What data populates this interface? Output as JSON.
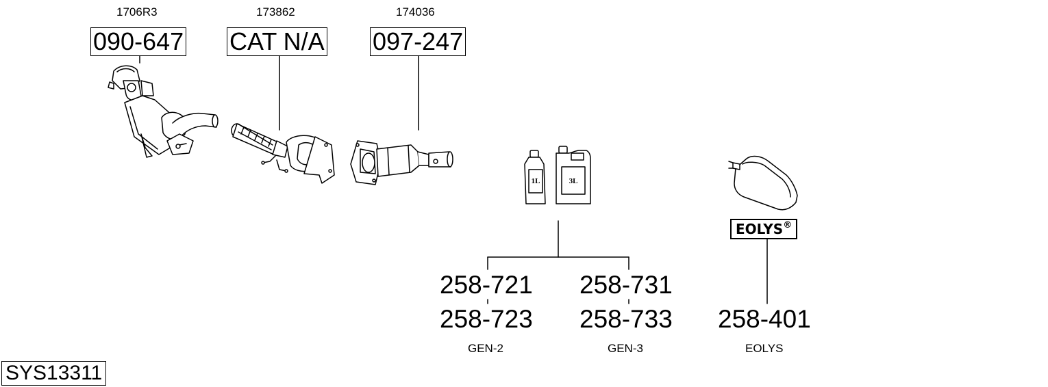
{
  "parts": [
    {
      "ref": "1706R3",
      "number": "090-647"
    },
    {
      "ref": "173862",
      "number": "CAT N/A"
    },
    {
      "ref": "174036",
      "number": "097-247"
    }
  ],
  "additives": {
    "bottle_small_label": "1L",
    "bottle_large_label": "3L",
    "gen2": {
      "number_a": "258-721",
      "number_b": "258-723",
      "caption": "GEN-2"
    },
    "gen3": {
      "number_a": "258-731",
      "number_b": "258-733",
      "caption": "GEN-3"
    }
  },
  "eolys": {
    "logo_text": "EOLYS",
    "logo_mark": "®",
    "number": "258-401",
    "caption": "EOLYS"
  },
  "system_id": "SYS13311"
}
